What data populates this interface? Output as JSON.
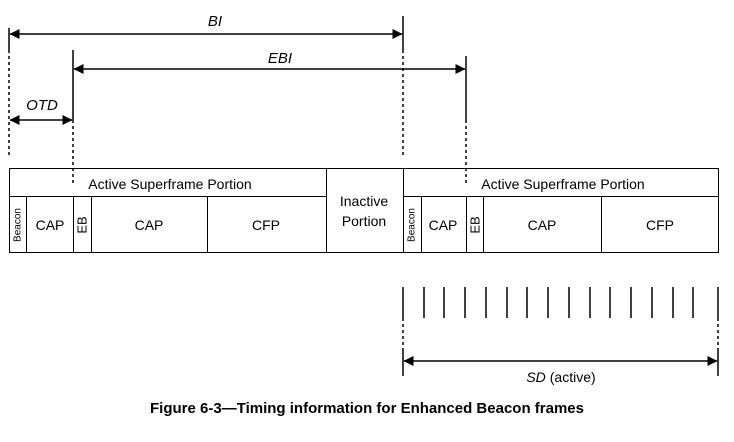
{
  "intervals": {
    "bi": "BI",
    "ebi": "EBI",
    "otd": "OTD",
    "sd": "SD",
    "sd_suffix": "(active)"
  },
  "frame": {
    "active_portion": "Active Superframe Portion",
    "inactive_line1": "Inactive",
    "inactive_line2": "Portion",
    "beacon": "Beacon",
    "cap": "CAP",
    "eb": "EB",
    "cfp": "CFP"
  },
  "caption": "Figure 6-3—Timing information for Enhanced Beacon frames"
}
